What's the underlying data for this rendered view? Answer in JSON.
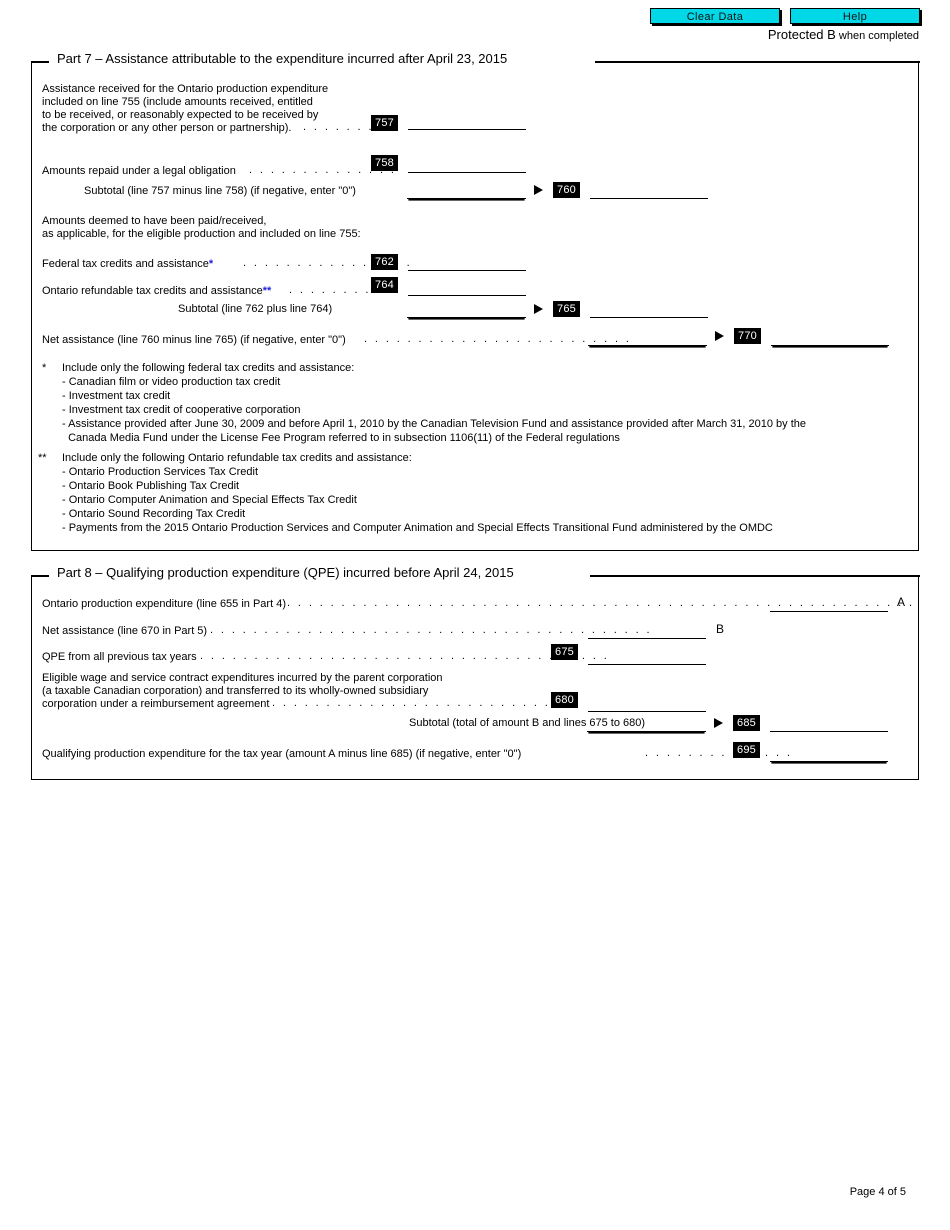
{
  "toolbar": {
    "clear_data_label": "Clear Data",
    "help_label": "Help",
    "accent_color": "#00d8e8"
  },
  "header": {
    "protected_main": "Protected B",
    "protected_sub": "when completed"
  },
  "footer": {
    "page_label": "Page 4 of 5"
  },
  "part7": {
    "title": "Part 7 – Assistance attributable to the expenditure incurred after April 23, 2015",
    "line757": {
      "text_l1": "Assistance received for the Ontario production expenditure",
      "text_l2": "included on line 755 (include amounts received, entitled",
      "text_l3": "to be received, or reasonably expected to be received by",
      "text_l4": "the corporation or any other person or partnership).",
      "leader": ". . . . . . .",
      "number": "757",
      "value": ""
    },
    "line758": {
      "text": "Amounts repaid under a legal obligation",
      "leader": ". . . . . . . . . . . . . .",
      "number": "758",
      "value": ""
    },
    "line760": {
      "text": "Subtotal (line 757 minus line 758) (if negative, enter \"0\")",
      "number": "760",
      "value_left": "",
      "value_right": ""
    },
    "deemed_note_l1": "Amounts deemed to have been paid/received,",
    "deemed_note_l2": "as applicable, for the eligible production and included on line 755:",
    "line762": {
      "text": "Federal tax credits and assistance",
      "mark": "*",
      "leader": ". . . . . . . . . . . . . . . .",
      "number": "762",
      "value": ""
    },
    "line764": {
      "text": "Ontario refundable tax credits and assistance",
      "mark": "**",
      "leader": ". . . . . . . . .",
      "number": "764",
      "value": ""
    },
    "line765": {
      "text": "Subtotal (line 762 plus line 764)",
      "number": "765",
      "value_left": "",
      "value_right": ""
    },
    "line770": {
      "text": "Net assistance (line 760 minus line 765) (if negative, enter \"0\")",
      "leader": ". . . . . . . . . . . . . . . . . . . . . . . . .",
      "number": "770",
      "value_left": "",
      "value_right": ""
    },
    "footnote1": {
      "mark": "*",
      "intro": "Include only the following federal tax credits and assistance:",
      "items": [
        "- Canadian film or video production tax credit",
        "- Investment tax credit",
        "- Investment tax credit of cooperative corporation",
        "- Assistance provided after June 30, 2009 and before April 1, 2010 by the Canadian Television Fund and assistance provided after March 31, 2010 by the",
        "  Canada Media Fund under the License Fee Program referred to in subsection 1106(11) of the Federal regulations"
      ]
    },
    "footnote2": {
      "mark": "**",
      "intro": "Include only the following Ontario refundable tax credits and assistance:",
      "items": [
        "- Ontario Production Services Tax Credit",
        "- Ontario Book Publishing Tax Credit",
        "- Ontario Computer Animation and Special Effects Tax Credit",
        "- Ontario Sound Recording Tax Credit",
        "- Payments from the 2015 Ontario Production Services and Computer Animation and Special Effects Transitional Fund administered by the OMDC"
      ]
    }
  },
  "part8": {
    "title": "Part 8 – Qualifying production expenditure (QPE) incurred before April 24, 2015",
    "lineA": {
      "text": "Ontario production expenditure (line 655 in Part 4)",
      "leader": ". . . . . . . . . . . . . . . . . . . . . . . . . . . . . . . . . . . . . . . . . . . . . . . . . . . . . . . . . .",
      "amount_label": "A",
      "value": ""
    },
    "lineB": {
      "text": "Net assistance (line 670 in Part 5)",
      "leader": ". . . . . . . . . . . . . . . . . . . . . . . . . . . . . . . . . . . . . . . . .",
      "amount_label": "B",
      "value": ""
    },
    "line675": {
      "text": "QPE from all previous tax years",
      "leader": ". . . . . . . . . . . . . . . . . . . . . . . . . . . . . . . . . . . . . .",
      "number": "675",
      "value": ""
    },
    "line680": {
      "text_l1": "Eligible wage and service contract expenditures incurred by the parent corporation",
      "text_l2": "(a taxable Canadian corporation) and transferred to its wholly-owned subsidiary",
      "text_l3": "corporation under a reimbursement agreement",
      "leader": ". . . . . . . . . . . . . . . . . . . . . . . . . . .",
      "number": "680",
      "value": ""
    },
    "line685": {
      "text": "Subtotal (total of amount B and lines 675 to 680)",
      "number": "685",
      "value_left": "",
      "value_right": ""
    },
    "line695": {
      "text": "Qualifying production expenditure for the tax year (amount A minus line 685) (if negative, enter \"0\")",
      "leader": ". . . . . . . . . . . . . .",
      "number": "695",
      "value": ""
    }
  }
}
